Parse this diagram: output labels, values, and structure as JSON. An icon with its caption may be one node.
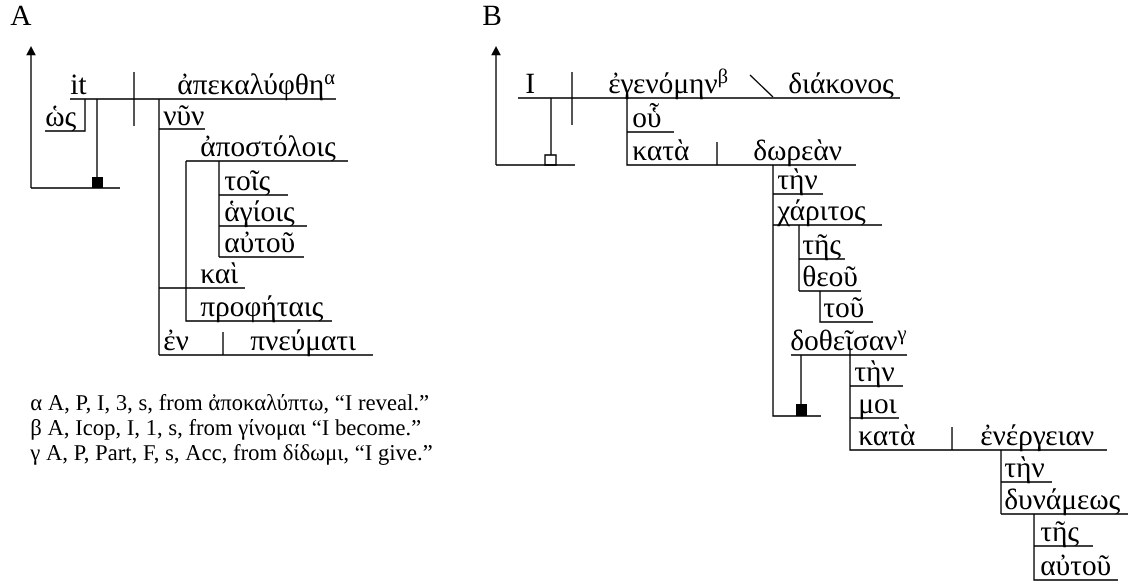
{
  "diagram": {
    "labels": [
      "A",
      "B",
      "it",
      "ἀπεκαλύφθη$^{α}$",
      "ὡς",
      "νῦν",
      "ἀποστόλοις",
      "τοῖς",
      "ἁγίοις",
      "αὐτοῦ",
      "καὶ",
      "προφήταις",
      "ἐν",
      "πνεύματι",
      "I",
      "ἐγενόμην$^{β}$",
      "διάκονος",
      "οὗ",
      "κατὰ",
      "δωρεὰν",
      "τὴν",
      "χάριτος",
      "τῆς",
      "θεοῦ",
      "τοῦ",
      "δοθεῖσαν$^{γ}$",
      "τὴν",
      "μοι",
      "κατὰ",
      "ἐνέργειαν",
      "τὴν",
      "δυνάμεως",
      "τῆς",
      "αὐτοῦ",
      "α A, P, I, 3, s, from ἀποκαλύπτω, “I reveal.”",
      "β A, Icop, I, 1, s, from γίνομαι “I become.”",
      "γ A, P, Part, F, s, Acc, from δίδωμι, “I give.”"
    ]
  }
}
